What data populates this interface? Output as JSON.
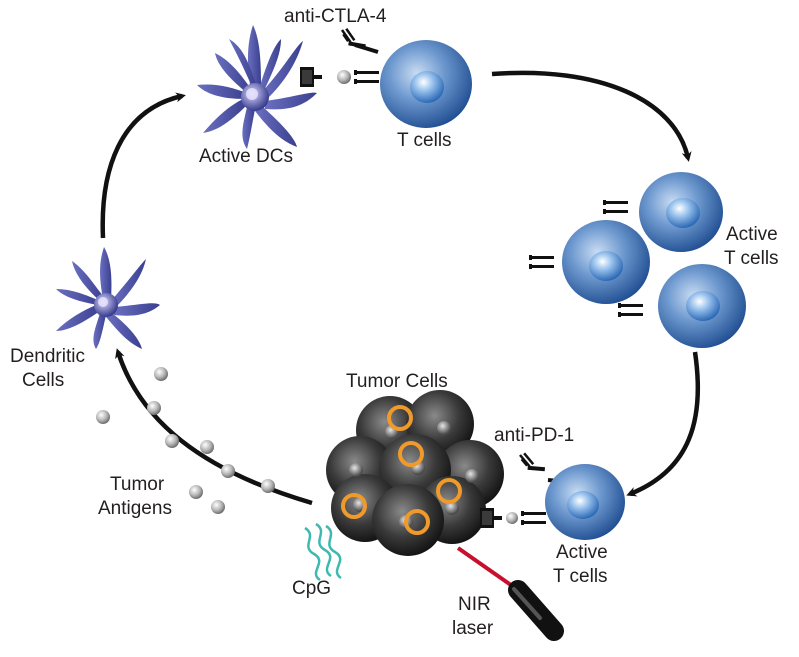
{
  "labels": {
    "anti_ctla4": "anti-CTLA-4",
    "active_dcs": "Active DCs",
    "t_cells": "T cells",
    "active_t_cells_top_line1": "Active",
    "active_t_cells_top_line2": "T cells",
    "dendritic_line1": "Dendritic",
    "dendritic_line2": "Cells",
    "tumor_cells": "Tumor Cells",
    "anti_pd1": "anti-PD-1",
    "tumor_antigens_line1": "Tumor",
    "tumor_antigens_line2": "Antigens",
    "cpg": "CpG",
    "active_t_cells_bottom_line1": "Active",
    "active_t_cells_bottom_line2": "T cells",
    "nir_line1": "NIR",
    "nir_line2": "laser"
  },
  "colors": {
    "dc_purple": "#3b3f8f",
    "t_cell_blue": "#2f64a8",
    "tumor_gray": "#3a3a3a",
    "nanoparticle_orange": "#ef9a2a",
    "cpg_teal": "#3fb9b0",
    "laser_red": "#c8102e",
    "arrow_black": "#111111"
  }
}
